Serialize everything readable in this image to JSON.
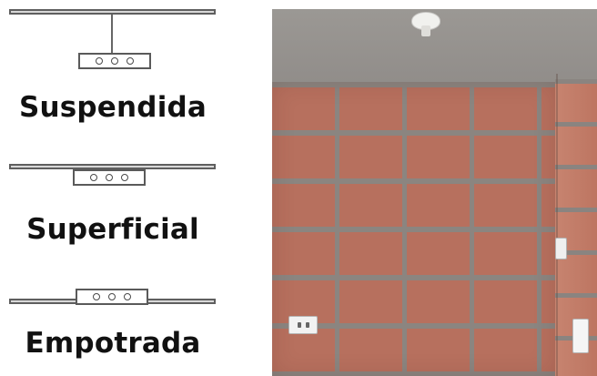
{
  "labels": {
    "suspended": "Suspendida",
    "surface": "Superficial",
    "recessed": "Empotrada"
  }
}
